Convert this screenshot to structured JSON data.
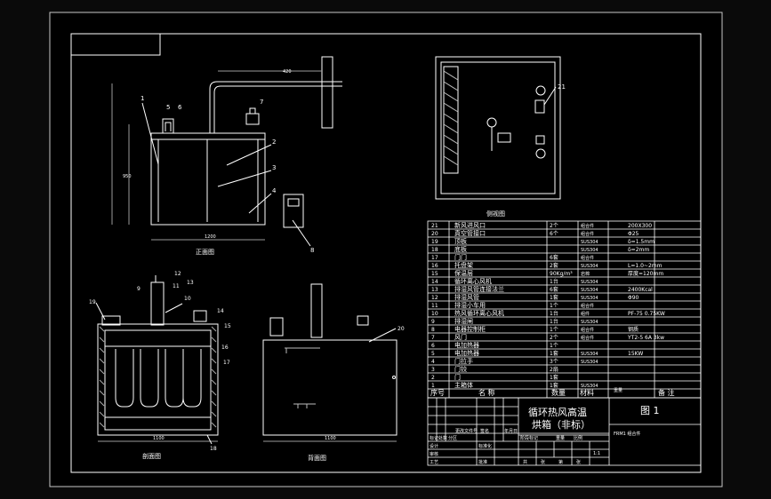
{
  "views": {
    "front": "正面图",
    "side": "侧视图",
    "section": "剖面图",
    "back": "背面图"
  },
  "dims": {
    "pipe_top": "420",
    "front_width": "1200",
    "front_height": "950",
    "section_width": "1100",
    "back_width": "1100"
  },
  "callouts": {
    "front": [
      "1",
      "5",
      "6",
      "7",
      "2",
      "3",
      "4",
      "8"
    ],
    "section": [
      "12",
      "11",
      "13",
      "9",
      "10",
      "14",
      "19",
      "15",
      "16",
      "17",
      "18"
    ],
    "back": [
      "20"
    ],
    "side": [
      "21"
    ]
  },
  "bom": {
    "rows": [
      {
        "no": "21",
        "name": "新风进风口",
        "qty": "2个",
        "material": "组合件",
        "note": "200X300"
      },
      {
        "no": "20",
        "name": "真空管接口",
        "qty": "6个",
        "material": "组合件",
        "note": "Φ25"
      },
      {
        "no": "19",
        "name": "顶板",
        "qty": "",
        "material": "SUS304",
        "note": "δ=1.5mm"
      },
      {
        "no": "18",
        "name": "底板",
        "qty": "",
        "material": "SUS304",
        "note": "δ=2mm"
      },
      {
        "no": "17",
        "name": "门门",
        "qty": "6套",
        "material": "组合件",
        "note": ""
      },
      {
        "no": "16",
        "name": "托盘架",
        "qty": "2套",
        "material": "SUS304",
        "note": "L=1.0~2mm"
      },
      {
        "no": "15",
        "name": "保温层",
        "qty": "90Kg/m³",
        "material": "岩棉",
        "note": "厚度=120mm"
      },
      {
        "no": "14",
        "name": "循环离心风机",
        "qty": "1台",
        "material": "SUS304",
        "note": ""
      },
      {
        "no": "13",
        "name": "排湿风管连接法兰",
        "qty": "6套",
        "material": "SUS304",
        "note": "2400Kcal"
      },
      {
        "no": "12",
        "name": "排湿风管",
        "qty": "1套",
        "material": "SUS304",
        "note": "Φ90"
      },
      {
        "no": "11",
        "name": "排湿小车用",
        "qty": "1个",
        "material": "组合件",
        "note": ""
      },
      {
        "no": "10",
        "name": "热风循环离心风机",
        "qty": "1台",
        "material": "组件",
        "note": "PF-75 0.75KW"
      },
      {
        "no": "9",
        "name": "排湿闸",
        "qty": "1台",
        "material": "SUS304",
        "note": ""
      },
      {
        "no": "8",
        "name": "电器控制柜",
        "qty": "1个",
        "material": "组合件",
        "note": "钢质"
      },
      {
        "no": "7",
        "name": "风门",
        "qty": "2个",
        "material": "组合件",
        "note": "YT2-5 6A 3kw"
      },
      {
        "no": "6",
        "name": "电加热器",
        "qty": "1个",
        "material": "",
        "note": ""
      },
      {
        "no": "5",
        "name": "电加热器",
        "qty": "1套",
        "material": "SUS304",
        "note": "15KW"
      },
      {
        "no": "4",
        "name": "门拉手",
        "qty": "3个",
        "material": "SUS304",
        "note": ""
      },
      {
        "no": "3",
        "name": "门铰",
        "qty": "2扇",
        "material": "",
        "note": ""
      },
      {
        "no": "2",
        "name": "门",
        "qty": "1套",
        "material": "",
        "note": ""
      },
      {
        "no": "1",
        "name": "主箱体",
        "qty": "1套",
        "material": "SUS304",
        "note": ""
      }
    ],
    "header": {
      "no": "序号",
      "name": "名  称",
      "qty": "数量",
      "material": "材料",
      "extra": "重量",
      "note": "备    注"
    }
  },
  "title_block": {
    "title_line1": "循环热风高温",
    "title_line2": "烘箱（非标）",
    "drawing_label": "图 1",
    "sub_label": "FRM1 组合件",
    "scale": "1:1",
    "labels": [
      "标记",
      "处数",
      "分区",
      "更改文件号",
      "签名",
      "年月日",
      "设计",
      "标准化",
      "审核",
      "工艺",
      "批准",
      "阶段标记",
      "重量",
      "比例",
      "共",
      "张",
      "第",
      "张"
    ]
  }
}
